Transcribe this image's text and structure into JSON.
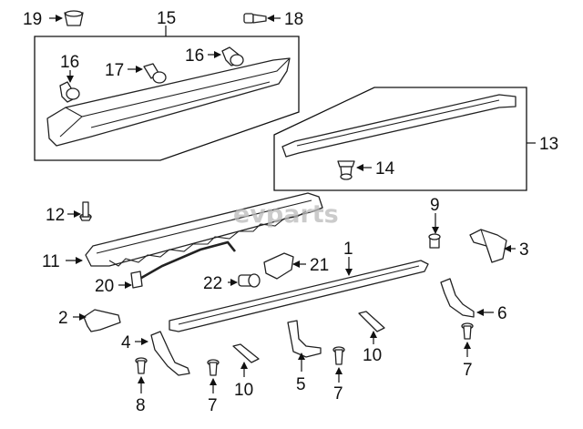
{
  "watermark": {
    "text": "evparts",
    "brand_color": "#c0c0c0",
    "accent_color": "#d9a0a0"
  },
  "callouts": {
    "c1": "1",
    "c2": "2",
    "c3": "3",
    "c4": "4",
    "c5": "5",
    "c6": "6",
    "c7a": "7",
    "c7b": "7",
    "c7c": "7",
    "c8": "8",
    "c9": "9",
    "c10a": "10",
    "c10b": "10",
    "c11": "11",
    "c12": "12",
    "c13": "13",
    "c14": "14",
    "c15": "15",
    "c16a": "16",
    "c16b": "16",
    "c17": "17",
    "c18": "18",
    "c19": "19",
    "c20": "20",
    "c21": "21",
    "c22": "22"
  },
  "colors": {
    "line": "#222222",
    "background": "#ffffff"
  }
}
